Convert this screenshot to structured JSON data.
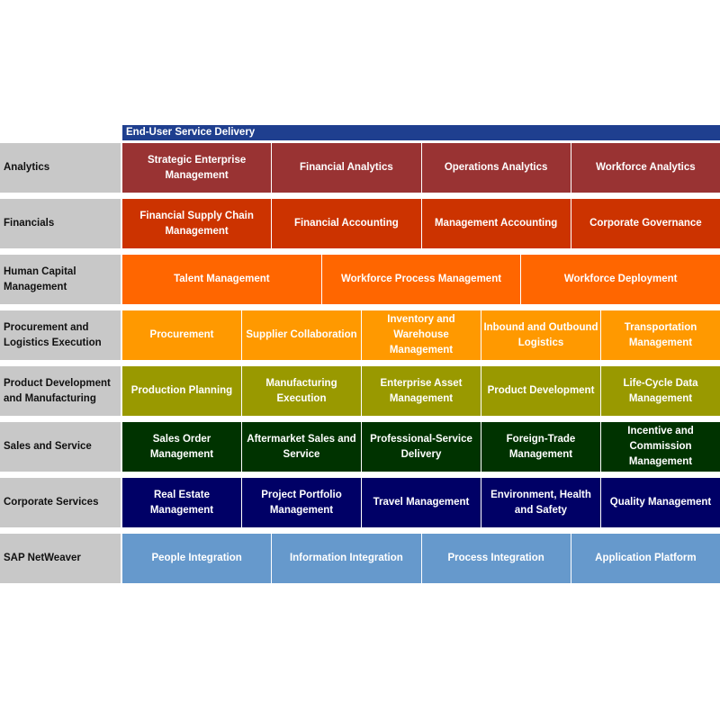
{
  "header": {
    "label": "End-User Service Delivery",
    "color": "#1f3f8f"
  },
  "rows": [
    {
      "label": "Analytics",
      "color": "#993333",
      "cells": [
        "Strategic Enterprise Management",
        "Financial Analytics",
        "Operations Analytics",
        "Workforce Analytics"
      ]
    },
    {
      "label": "Financials",
      "color": "#cc3300",
      "cells": [
        "Financial Supply Chain Management",
        "Financial Accounting",
        "Management Accounting",
        "Corporate Governance"
      ]
    },
    {
      "label": "Human Capital Management",
      "color": "#ff6600",
      "cells": [
        "Talent Management",
        "Workforce Process Management",
        "Workforce Deployment"
      ]
    },
    {
      "label": "Procurement and Logistics Execution",
      "color": "#ff9900",
      "cells": [
        "Procurement",
        "Supplier Collaboration",
        "Inventory and Warehouse Management",
        "Inbound and Outbound Logistics",
        "Transportation Management"
      ]
    },
    {
      "label": "Product Development and Manufacturing",
      "color": "#999900",
      "cells": [
        "Production Planning",
        "Manufacturing Execution",
        "Enterprise Asset Management",
        "Product Development",
        "Life-Cycle Data Management"
      ]
    },
    {
      "label": "Sales and Service",
      "color": "#003300",
      "cells": [
        "Sales Order Management",
        "Aftermarket Sales and Service",
        "Professional-Service Delivery",
        "Foreign-Trade Management",
        "Incentive and Commission Management"
      ]
    },
    {
      "label": "Corporate Services",
      "color": "#000066",
      "cells": [
        "Real Estate Management",
        "Project Portfolio Management",
        "Travel Management",
        "Environment, Health and Safety",
        "Quality Management"
      ]
    },
    {
      "label": "SAP NetWeaver",
      "color": "#6699cc",
      "cells": [
        "People Integration",
        "Information Integration",
        "Process Integration",
        "Application Platform"
      ]
    }
  ]
}
